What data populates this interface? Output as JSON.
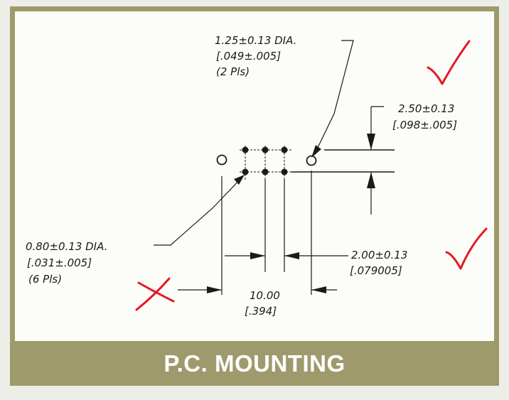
{
  "caption": "P.C. MOUNTING",
  "callouts": {
    "large_hole": {
      "line1": "1.25±0.13 DIA.",
      "line2": "[.049±.005]",
      "line3": "(2 Pls)"
    },
    "row_spacing": {
      "line1": "2.50±0.13",
      "line2": "[.098±.005]"
    },
    "small_hole": {
      "line1": "0.80±0.13 DIA.",
      "line2": "[.031±.005]",
      "line3": "(6 Pls)"
    },
    "pitch": {
      "line1": "2.00±0.13",
      "line2": "[.079005]"
    },
    "overall": {
      "line1": "10.00",
      "line2": "[.394]"
    }
  },
  "annotations": [
    {
      "kind": "check",
      "color": "#e21a22"
    },
    {
      "kind": "check",
      "color": "#e21a22"
    },
    {
      "kind": "cross",
      "color": "#e21a22"
    }
  ],
  "colors": {
    "frame": "#9f9a6c",
    "ink": "#1a1a1a",
    "markup": "#e21a22"
  }
}
